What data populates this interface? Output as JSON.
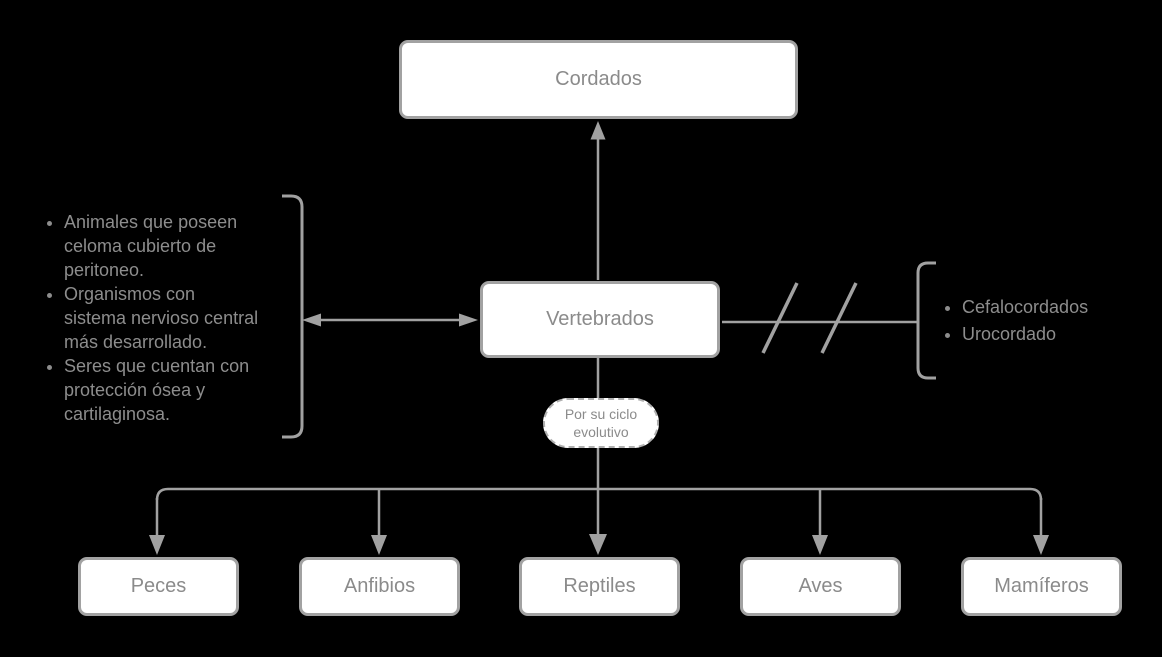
{
  "diagram": {
    "topic": "Cordados",
    "nodes": {
      "root": {
        "label": "Cordados"
      },
      "center": {
        "label": "Vertebrados"
      },
      "branch_condition": {
        "label": "Por su ciclo evolutivo"
      },
      "children": [
        {
          "label": "Peces"
        },
        {
          "label": "Anfibios"
        },
        {
          "label": "Reptiles"
        },
        {
          "label": "Aves"
        },
        {
          "label": "Mamíferos"
        }
      ]
    },
    "left_note": {
      "items": [
        "Animales que poseen\nceloma cubierto de\nperitoneo.",
        "Organismos con\nsistema nervioso central\nmás desarrollado.",
        "Seres que cuentan con\nprotección ósea y\ncartilaginosa."
      ]
    },
    "right_note": {
      "items": [
        "Cefalocordados",
        "Urocordado"
      ]
    },
    "colors": {
      "background": "#000000",
      "node_fill": "#ffffff",
      "node_border": "#a2a2a2",
      "node_text": "#8b8b8b",
      "connector": "#a1a1a1",
      "pill_border_dashed": "#b0b0b0"
    }
  }
}
